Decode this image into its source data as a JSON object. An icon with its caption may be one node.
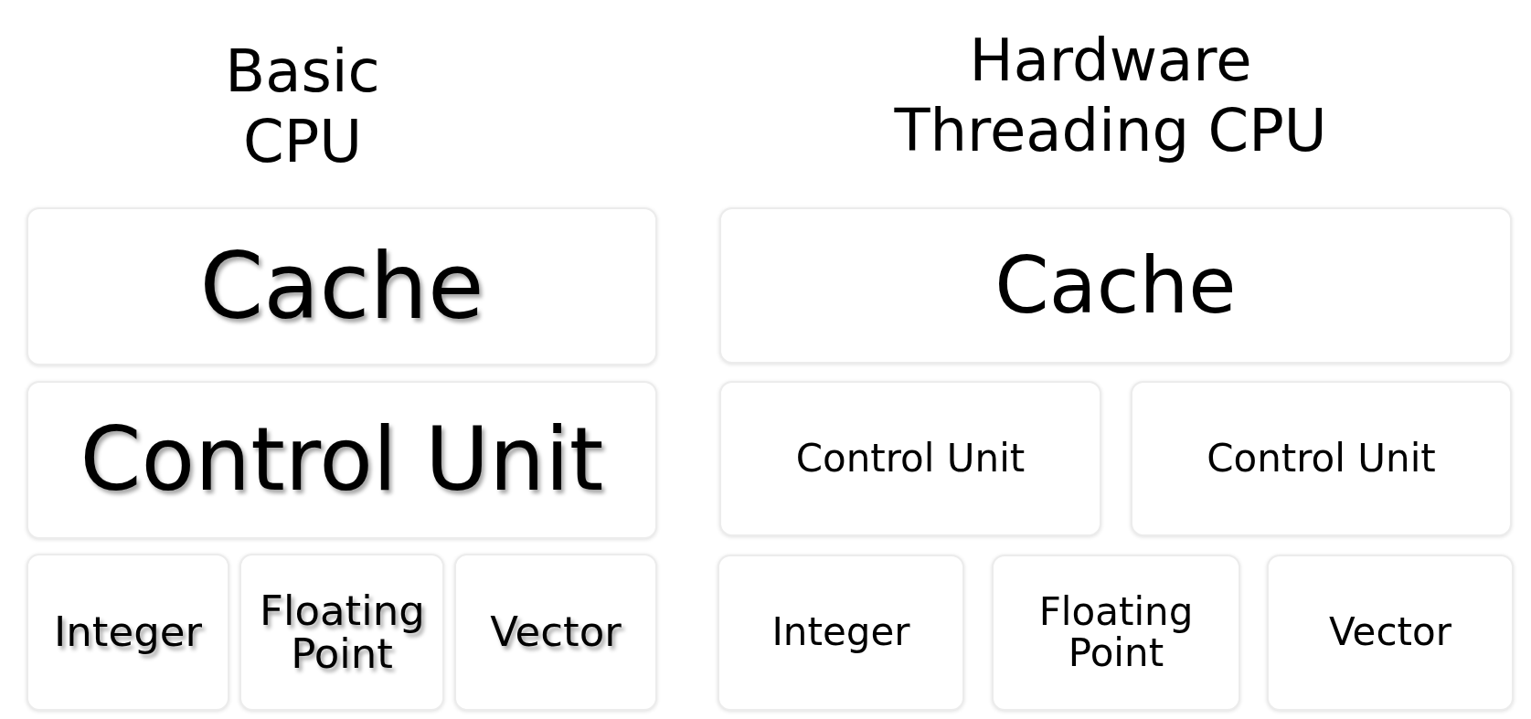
{
  "diagram": {
    "nodes": [
      {
        "text": [
          "Cache"
        ]
      },
      {
        "text": [
          "Control Unit"
        ]
      },
      {
        "text": [
          "Integer"
        ]
      },
      {
        "text": [
          "Floating Point"
        ]
      },
      {
        "text": [
          "Vector"
        ]
      },
      {
        "text": [
          "Cache"
        ]
      },
      {
        "text": [
          "Control Unit"
        ]
      },
      {
        "text": [
          "Control Unit"
        ]
      },
      {
        "text": [
          "Integer"
        ]
      },
      {
        "text": [
          "Floating Point"
        ]
      },
      {
        "text": [
          "Vector"
        ]
      }
    ],
    "edges": [],
    "labels": [
      "Basic CPU",
      "Hardware Threading CPU"
    ]
  }
}
